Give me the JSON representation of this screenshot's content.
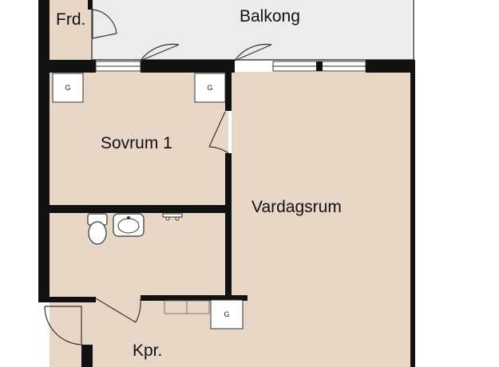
{
  "floorplan": {
    "rooms": {
      "frd": "Frd.",
      "balkong": "Balkong",
      "sovrum": "Sovrum 1",
      "vardagsrum": "Vardagsrum",
      "kpr": "Kpr."
    },
    "closet_marker": "G"
  },
  "colors": {
    "floor": "#e8d7c6",
    "balcony": "#ececec",
    "wall": "#111111",
    "fixture": "#ffffff"
  }
}
